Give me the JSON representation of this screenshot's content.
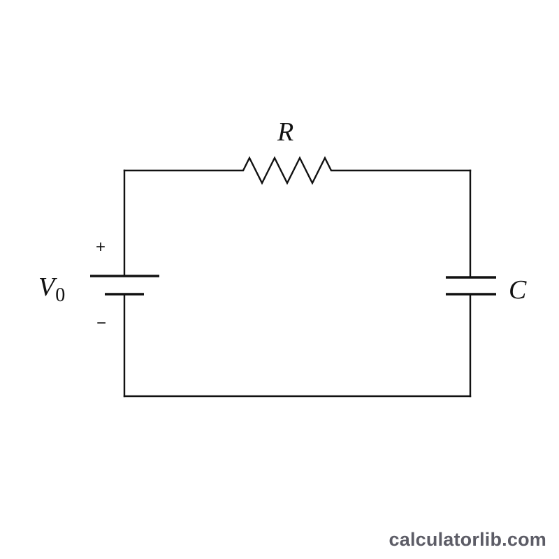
{
  "diagram": {
    "labels": {
      "resistor": "R",
      "capacitor": "C",
      "source_symbol": "V",
      "source_subscript": "0",
      "positive_terminal": "+",
      "negative_terminal": "−"
    },
    "components": [
      {
        "type": "battery",
        "label": "V0"
      },
      {
        "type": "resistor",
        "label": "R"
      },
      {
        "type": "capacitor",
        "label": "C"
      }
    ],
    "colors": {
      "wire": "#111111",
      "background": "#ffffff",
      "watermark": "#5c5c66"
    }
  },
  "watermark": {
    "text": "calculatorlib.com"
  }
}
